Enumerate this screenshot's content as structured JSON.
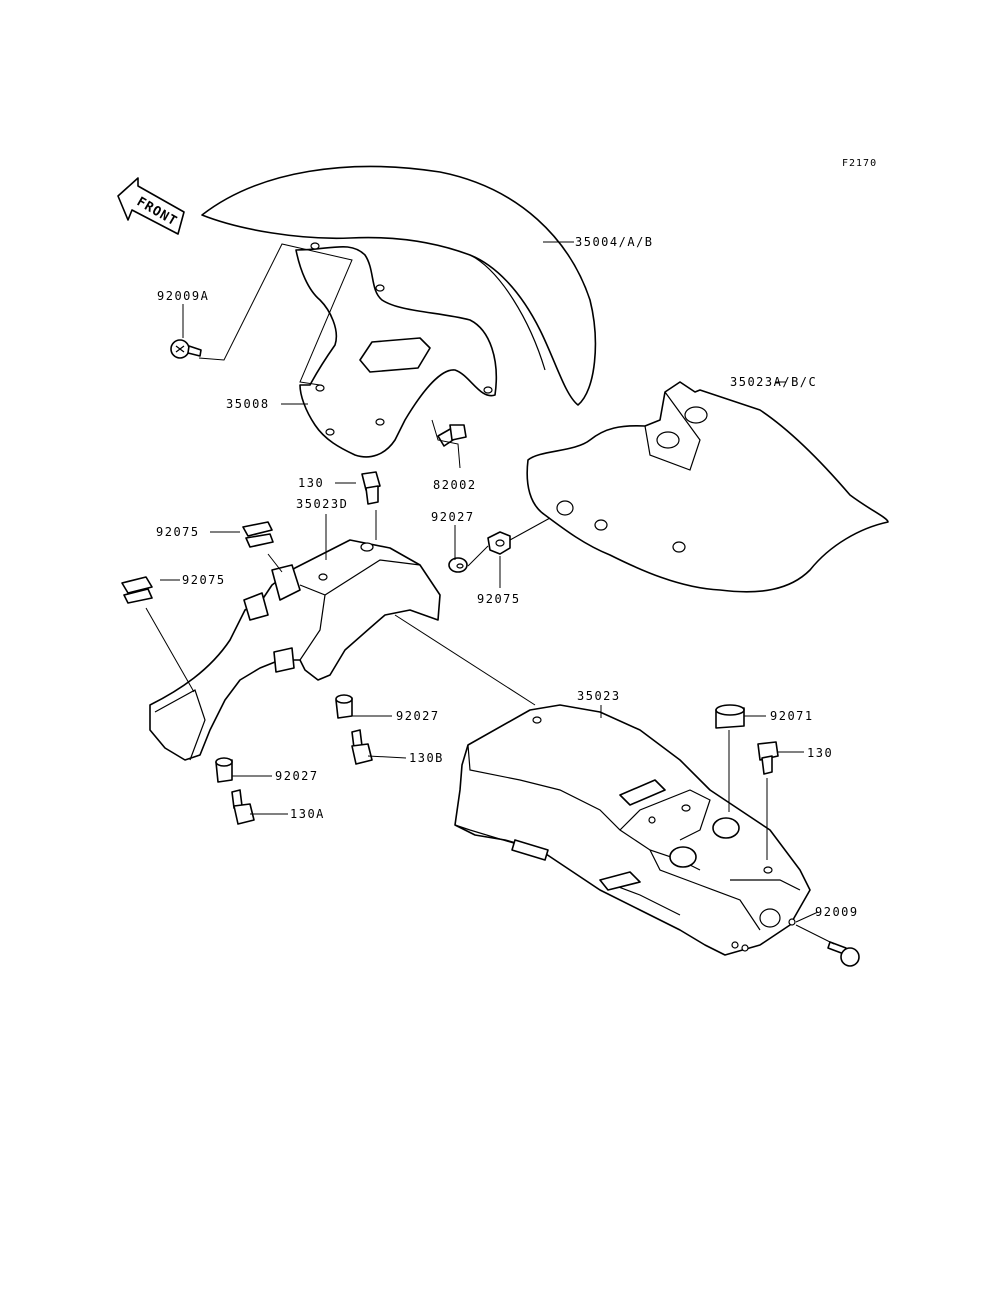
{
  "figure_id": "F2170",
  "front_label": "FRONT",
  "labels": {
    "l_35004": "35004/A/B",
    "l_35023abc": "35023A/B/C",
    "l_92009a": "92009A",
    "l_35008": "35008",
    "l_82002": "82002",
    "l_130_top": "130",
    "l_35023d": "35023D",
    "l_92027_mid": "92027",
    "l_92075_a": "92075",
    "l_92075_b": "92075",
    "l_92075_c": "92075",
    "l_92027_left": "92027",
    "l_130b": "130B",
    "l_92027_low": "92027",
    "l_130a": "130A",
    "l_35023": "35023",
    "l_92071": "92071",
    "l_130_right": "130",
    "l_92009": "92009"
  }
}
